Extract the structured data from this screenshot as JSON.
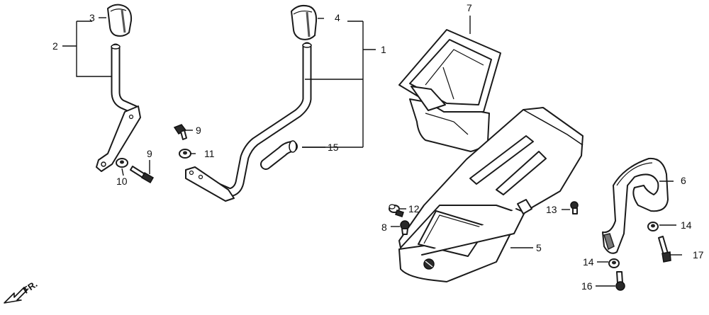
{
  "labels": {
    "l1": "1",
    "l2": "2",
    "l3": "3",
    "l4": "4",
    "l5": "5",
    "l6": "6",
    "l7": "7",
    "l8": "8",
    "l9a": "9",
    "l9b": "9",
    "l10": "10",
    "l11": "11",
    "l12": "12",
    "l13": "13",
    "l14a": "14",
    "l14b": "14",
    "l15": "15",
    "l16": "16",
    "l17": "17"
  },
  "front_indicator": "FR.",
  "parts": {
    "knob_left": "knob",
    "knob_right": "knob",
    "lever_left": "shift-lever",
    "lever_right": "shift-lever",
    "boot": "boot",
    "panel": "panel",
    "guard": "guard"
  }
}
